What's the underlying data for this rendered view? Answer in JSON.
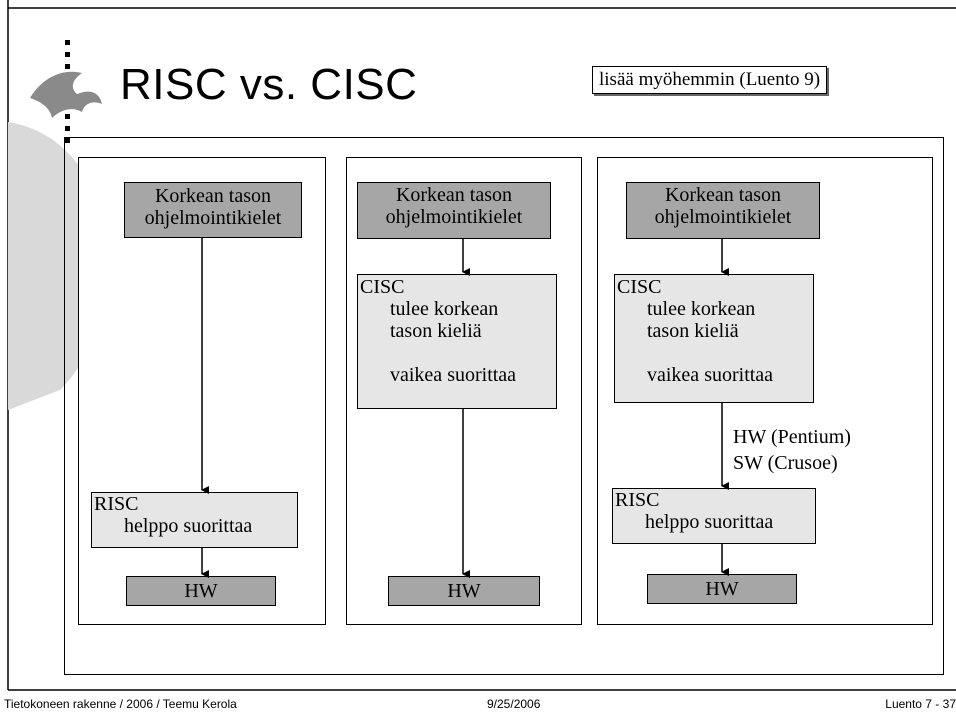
{
  "slide": {
    "title": "RISC vs. CISC",
    "note": "lisää myöhemmin (Luento 9)"
  },
  "panels": [
    {
      "top_box": [
        "Korkean tason",
        "ohjelmointikielet"
      ],
      "risc_box": [
        "RISC",
        "helppo suorittaa"
      ],
      "hw": "HW"
    },
    {
      "top_box": [
        "Korkean tason",
        "ohjelmointikielet"
      ],
      "cisc_box": [
        "CISC",
        "tulee korkean",
        "tason kieliä",
        "vaikea suorittaa"
      ],
      "hw": "HW"
    },
    {
      "top_box": [
        "Korkean tason",
        "ohjelmointikielet"
      ],
      "cisc_box": [
        "CISC",
        "tulee korkean",
        "tason kieliä",
        "vaikea suorittaa"
      ],
      "translation": [
        "HW (Pentium)",
        "SW (Crusoe)"
      ],
      "risc_box": [
        "RISC",
        "helppo suorittaa"
      ],
      "hw": "HW"
    }
  ],
  "footer": {
    "left": "Tietokoneen rakenne / 2006 / Teemu Kerola",
    "center": "9/25/2006",
    "right": "Luento 7 - 37"
  }
}
